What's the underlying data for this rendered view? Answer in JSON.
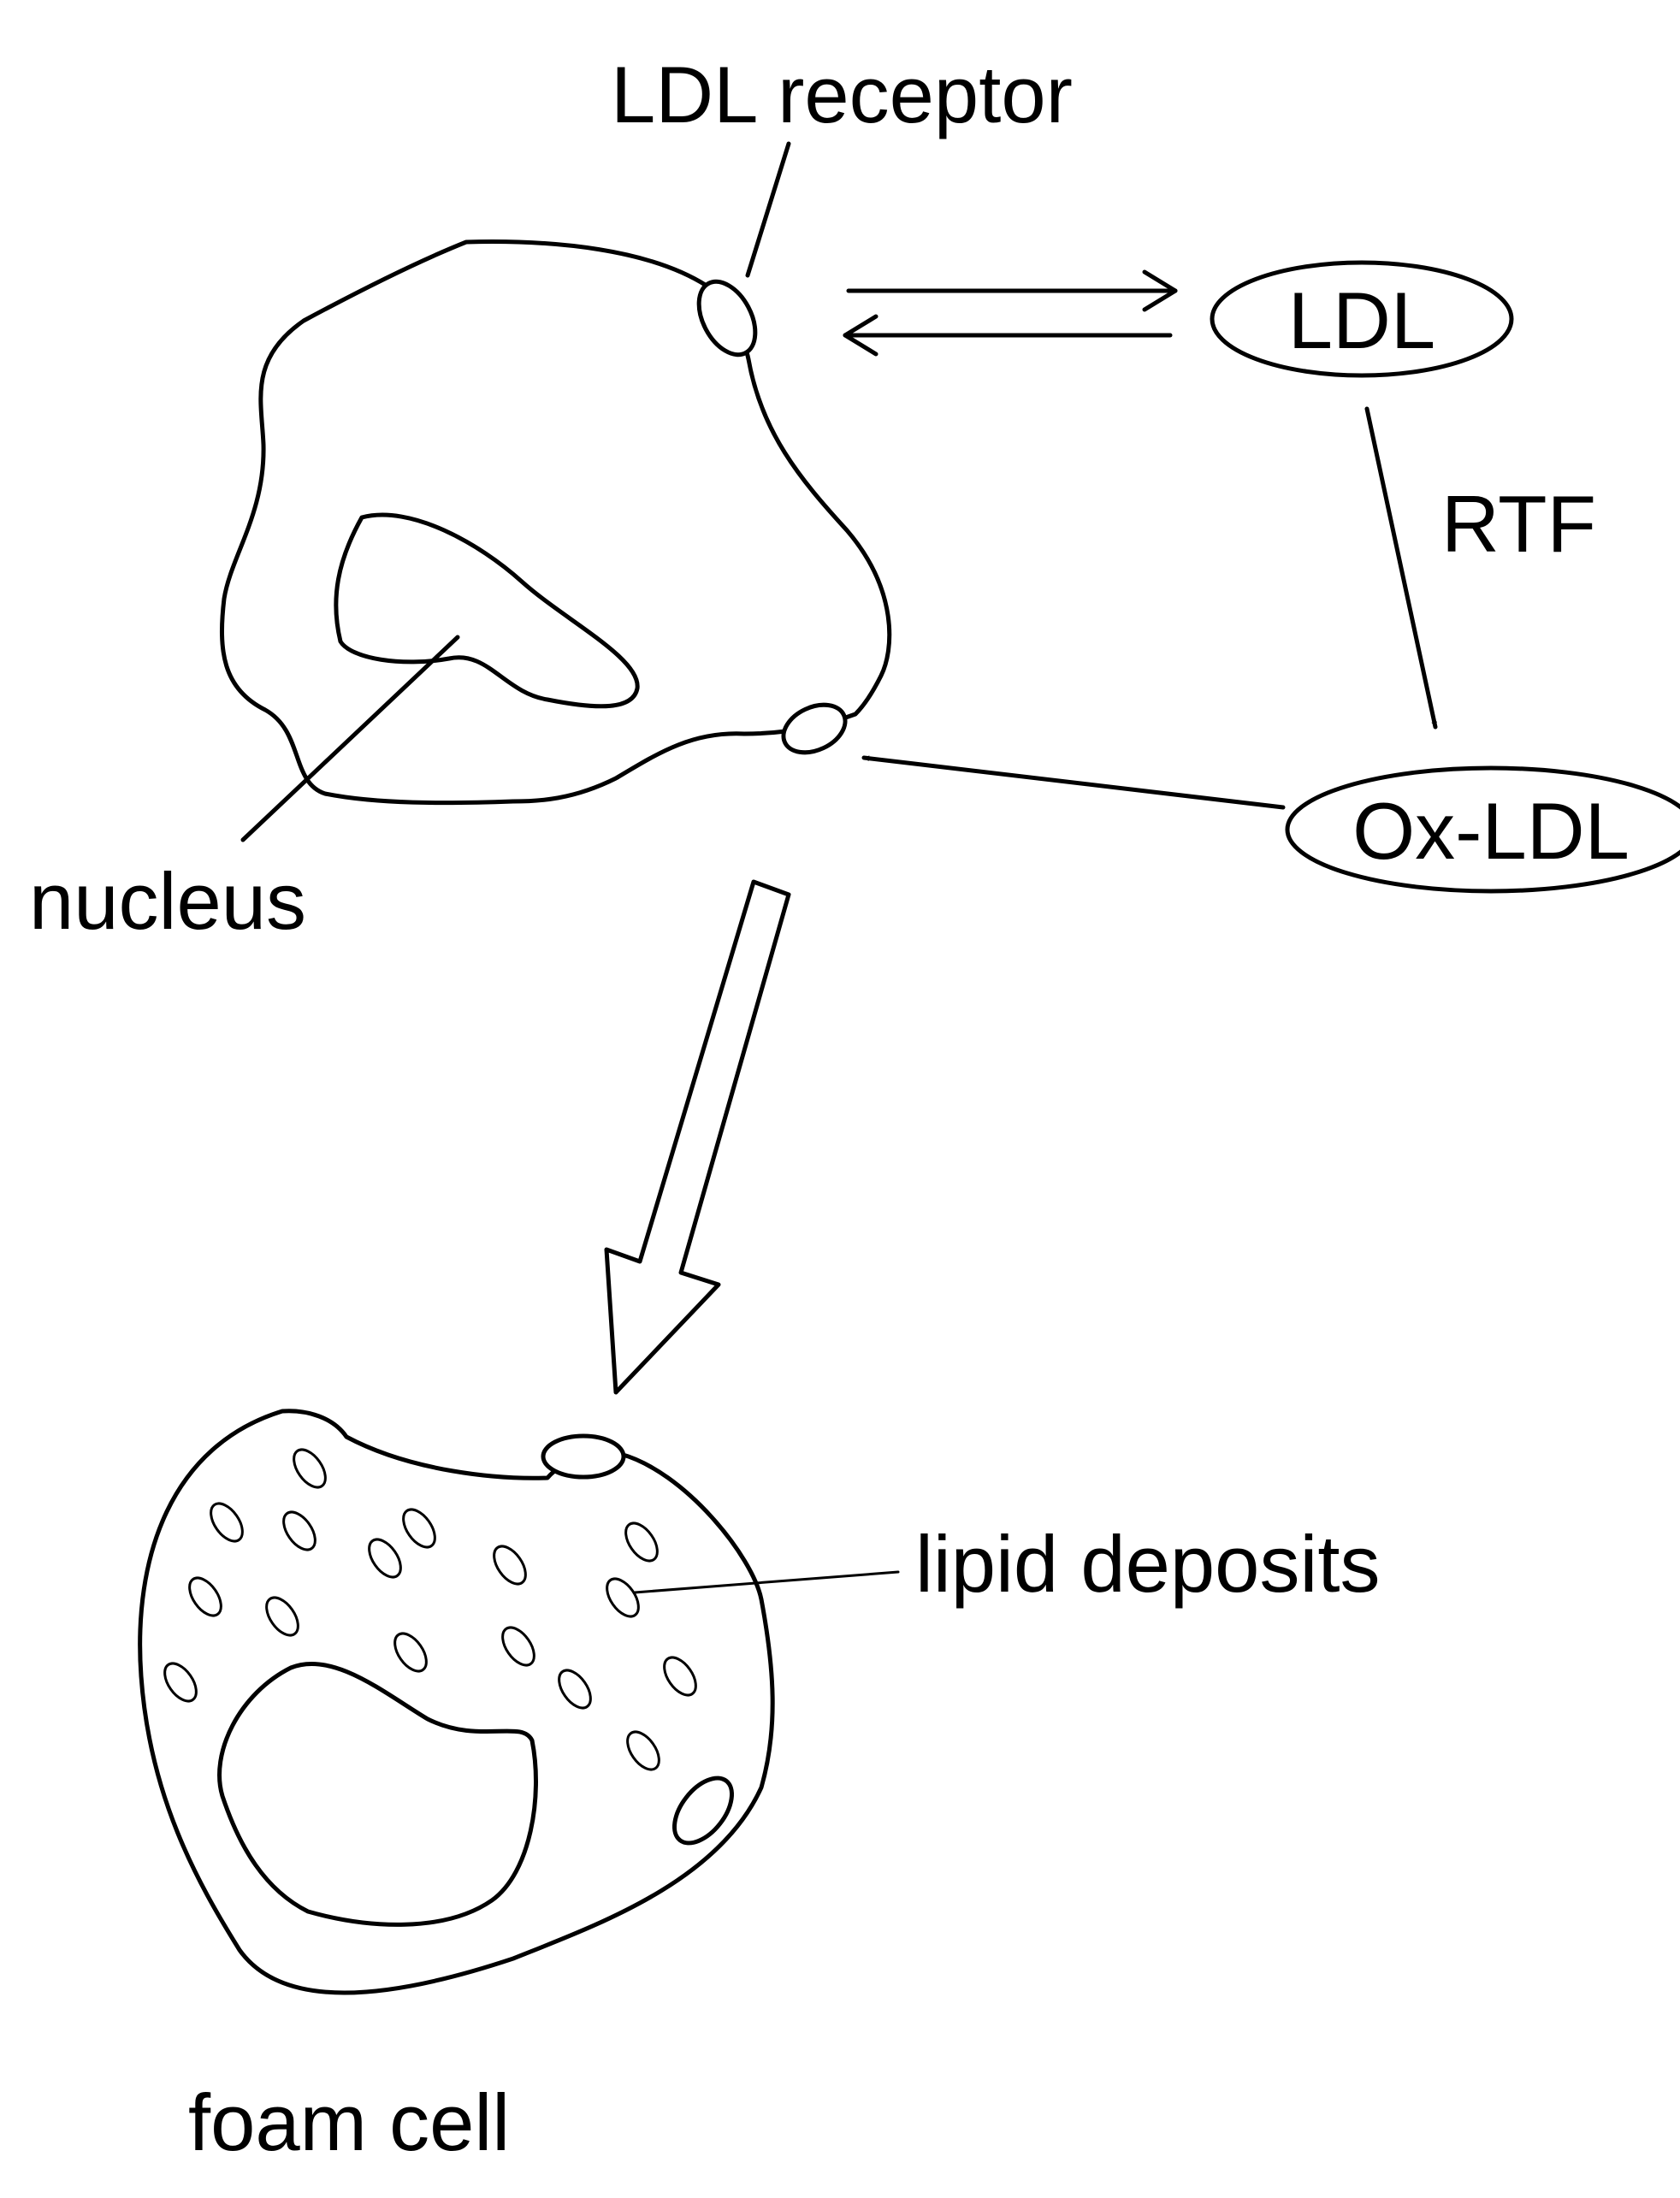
{
  "labels": {
    "ldl_receptor": "LDL receptor",
    "ldl": "LDL",
    "rtf": "RTF",
    "ox_ldl": "Ox-LDL",
    "nucleus": "nucleus",
    "lipid_deposits": "lipid deposits",
    "foam_cell": "foam cell"
  }
}
